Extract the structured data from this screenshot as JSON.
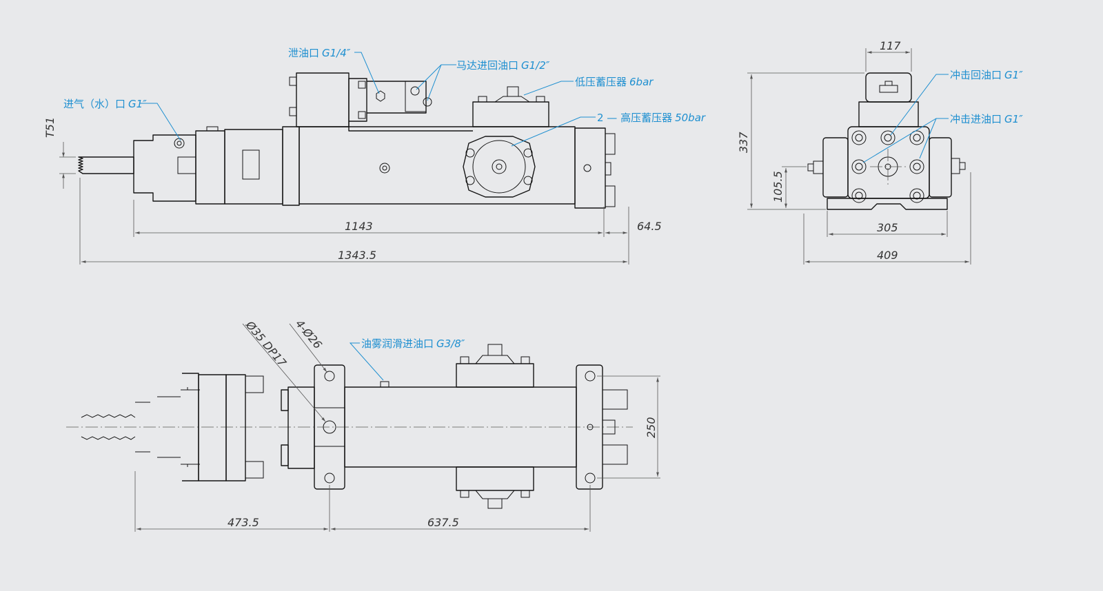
{
  "colors": {
    "background": "#e8e9eb",
    "line": "#141414",
    "dimension": "#333333",
    "callout": "#1e8fd0"
  },
  "callouts": {
    "drain": {
      "label": "泄油口",
      "spec": "G1/4″"
    },
    "motor": {
      "label": "马达进回油口",
      "spec": "G1/2″"
    },
    "lp_acc": {
      "label": "低压蓄压器",
      "spec": "6bar"
    },
    "hp_acc": {
      "label": "2 — 高压蓄压器",
      "spec": "50bar"
    },
    "air_in": {
      "label": "进气（水）口",
      "spec": "G1″"
    },
    "impact_return": {
      "label": "冲击回油口",
      "spec": "G1″"
    },
    "impact_in": {
      "label": "冲击进油口",
      "spec": "G1″"
    },
    "lube": {
      "label": "油雾润滑进油口",
      "spec": "G3/8″"
    },
    "bore": {
      "text": "Ø35  DP17"
    },
    "holes": {
      "text": "4-Ø26"
    }
  },
  "dimensions": {
    "front_height": "T51",
    "front_len": "1143",
    "front_ext": "64.5",
    "front_total": "1343.5",
    "side_top": "117",
    "side_height": "337",
    "side_center": "105.5",
    "side_base": "305",
    "side_total": "409",
    "top_left": "473.5",
    "top_mid": "637.5",
    "top_height": "250"
  }
}
